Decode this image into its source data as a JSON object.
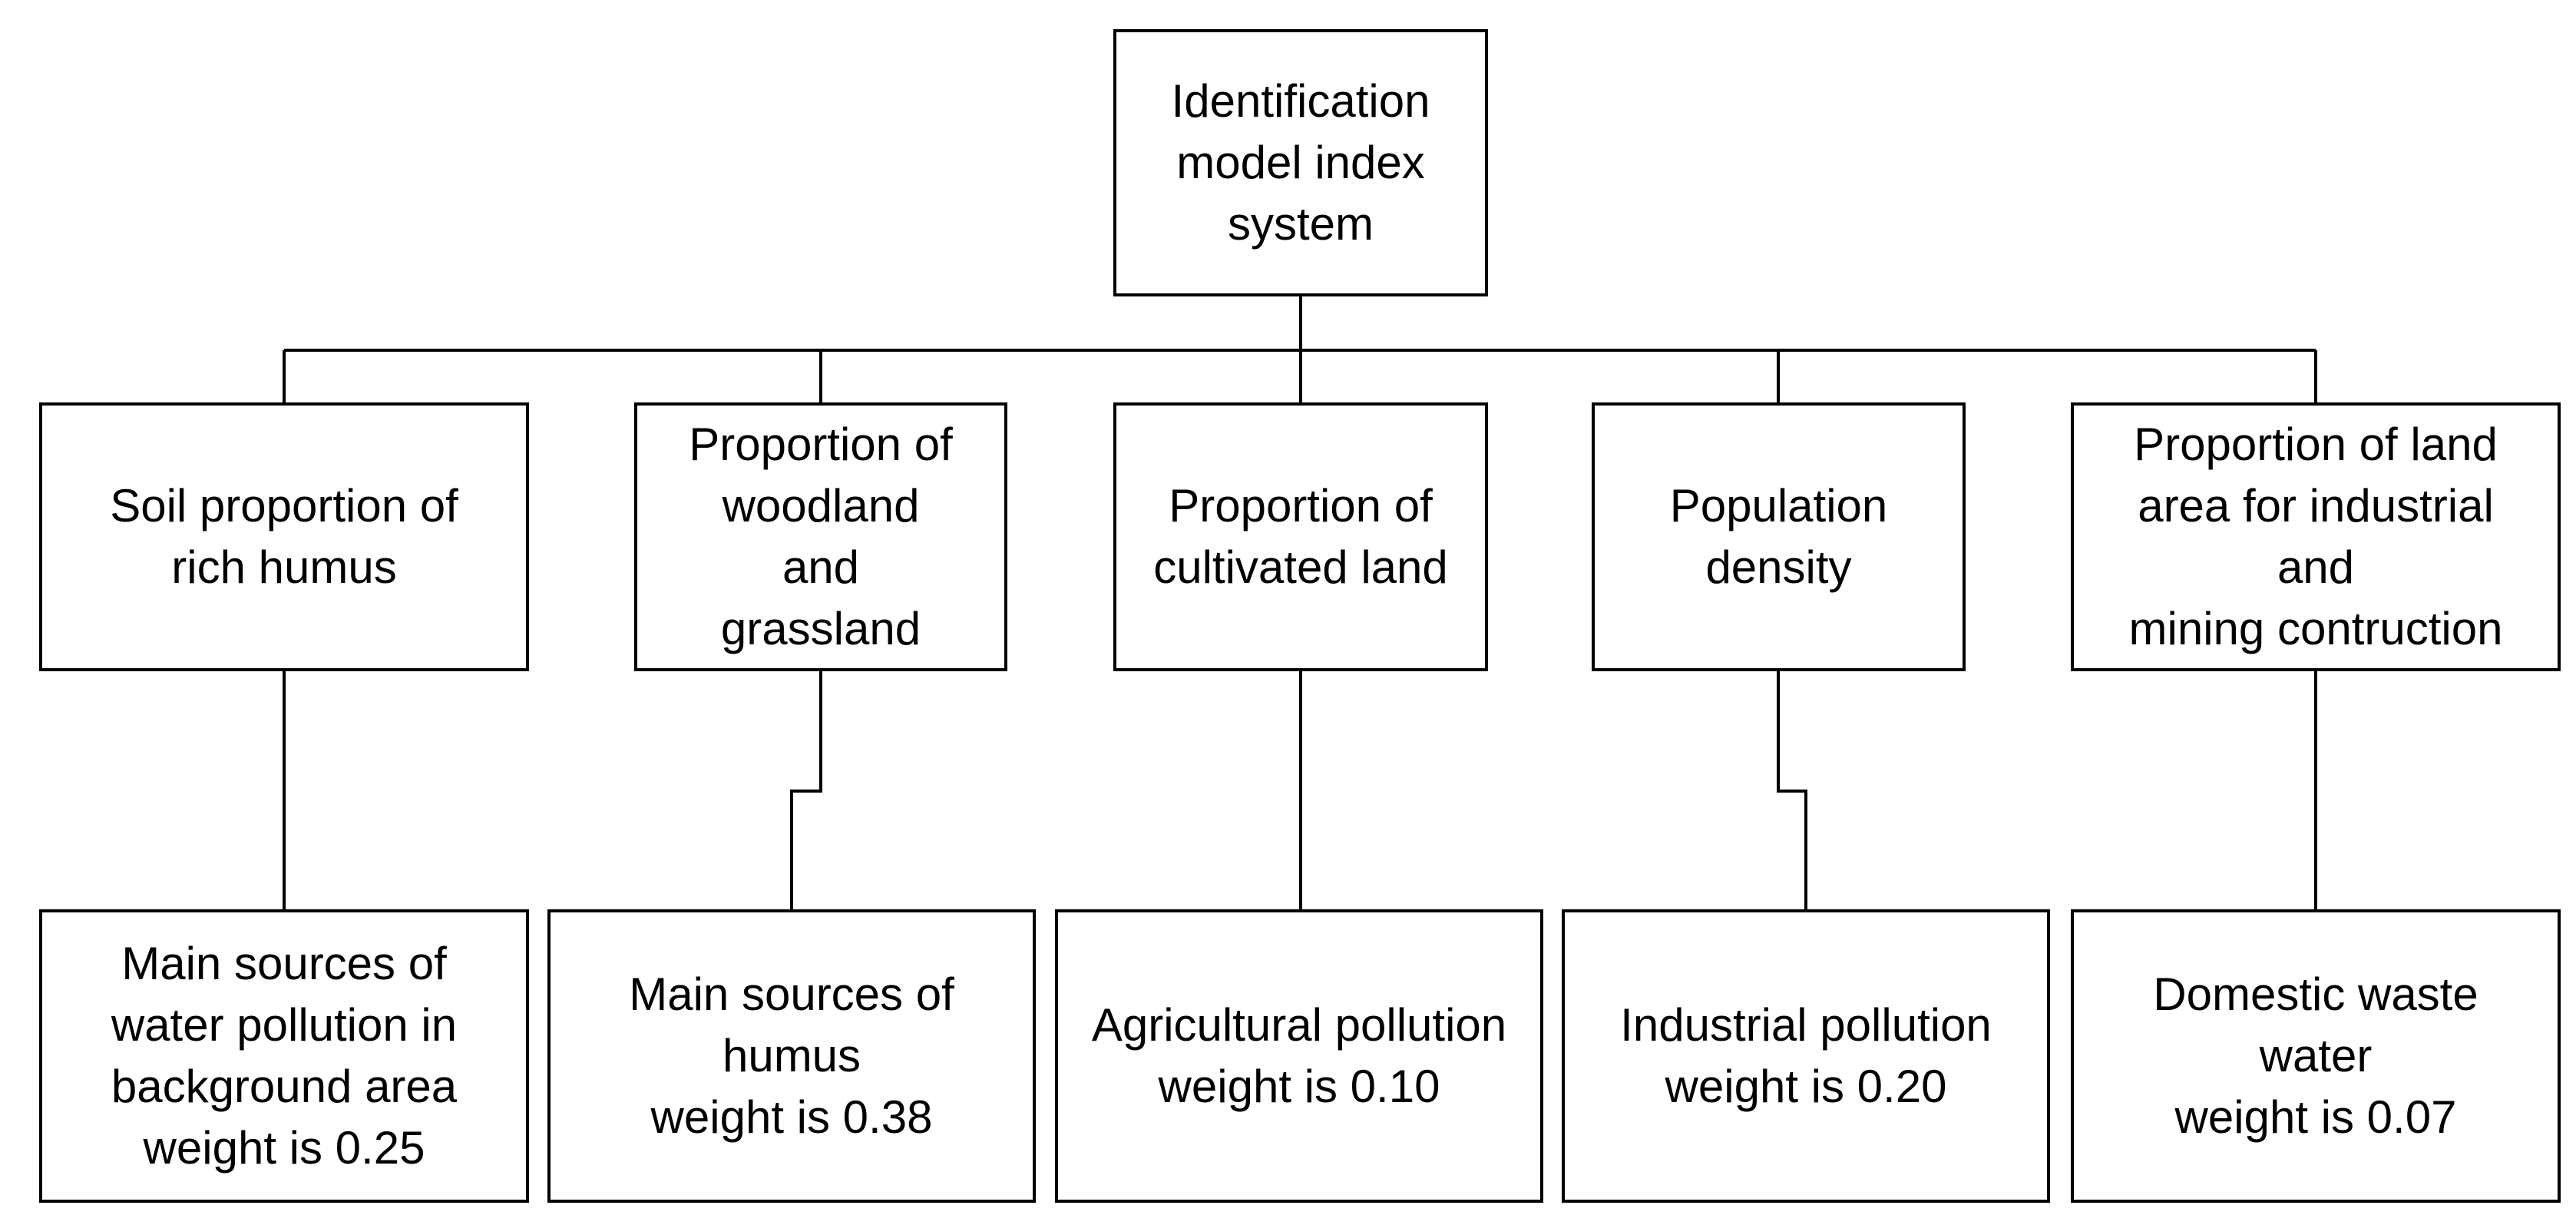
{
  "root": {
    "lines": [
      "Identification",
      "model index",
      "system"
    ]
  },
  "level1": [
    {
      "lines": [
        "Soil proportion of",
        "rich humus"
      ]
    },
    {
      "lines": [
        "Proportion of",
        "woodland",
        "and",
        "grassland"
      ]
    },
    {
      "lines": [
        "Proportion of",
        "cultivated land"
      ]
    },
    {
      "lines": [
        "Population",
        "density"
      ]
    },
    {
      "lines": [
        "Proportion of land",
        "area for industrial",
        "and",
        "mining contruction"
      ]
    }
  ],
  "level2": [
    {
      "lines": [
        "Main sources of",
        "water pollution in",
        "background area",
        "weight is 0.25"
      ]
    },
    {
      "lines": [
        "Main sources of",
        "humus",
        "weight is 0.38"
      ]
    },
    {
      "lines": [
        "Agricultural pollution",
        "weight is 0.10"
      ]
    },
    {
      "lines": [
        "Industrial pollution",
        "weight is 0.20"
      ]
    },
    {
      "lines": [
        "Domestic waste",
        "water",
        "weight is 0.07"
      ]
    }
  ]
}
